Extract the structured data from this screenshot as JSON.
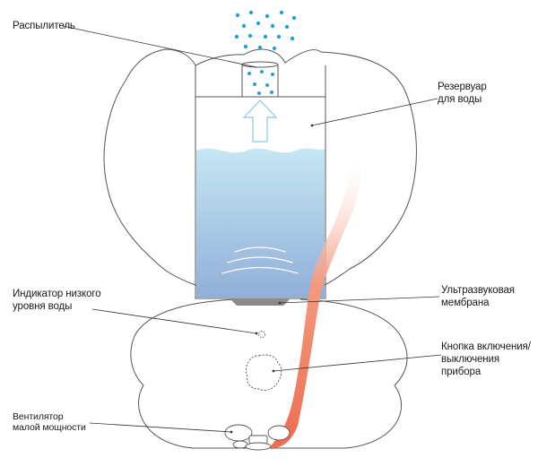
{
  "labels": {
    "sprayer": "Распылитель",
    "reservoir": [
      "Резервуар",
      "для воды"
    ],
    "low_water_indicator": [
      "Индикатор низкого",
      "уровня воды"
    ],
    "membrane": [
      "Ультразвуковая",
      "мембрана"
    ],
    "power_button": [
      "Кнопка включения/",
      "выключения",
      "прибора"
    ],
    "fan": [
      "Вентилятор",
      "малой мощности"
    ]
  },
  "colors": {
    "outline": "#555555",
    "leader_line": "#333333",
    "mist_dots": "#2a9fd6",
    "water_top": "#c6e6f3",
    "water_bottom": "#90afd9",
    "membrane": "#8a8a8a",
    "arrow": "#9fd3ec",
    "heat_stream": "#ef6c4f"
  }
}
